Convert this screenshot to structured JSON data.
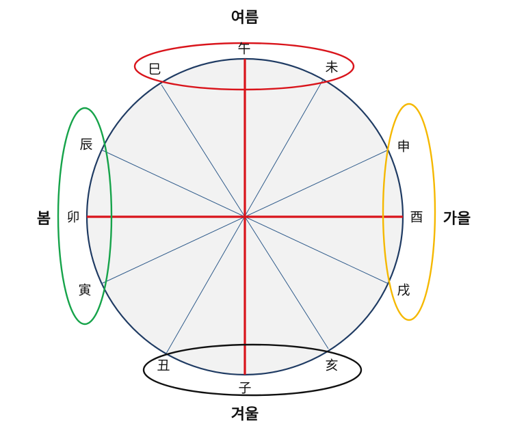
{
  "seasons": {
    "summer": "여름",
    "spring": "봄",
    "autumn": "가을",
    "winter": "겨울"
  },
  "branches": {
    "wu": "午",
    "wei": "未",
    "shen": "申",
    "you": "酉",
    "xu": "戌",
    "hai": "亥",
    "zi": "子",
    "chou": "丑",
    "yin": "寅",
    "mao": "卯",
    "chen": "辰",
    "si": "巳"
  },
  "colors": {
    "circle_stroke": "#1f3b63",
    "circle_fill": "#f2f2f2",
    "spoke": "#2e5a8a",
    "axis": "#d9141b",
    "summer_ring": "#d9141b",
    "spring_ring": "#16a34a",
    "autumn_ring": "#f5b800",
    "winter_ring": "#111111"
  }
}
